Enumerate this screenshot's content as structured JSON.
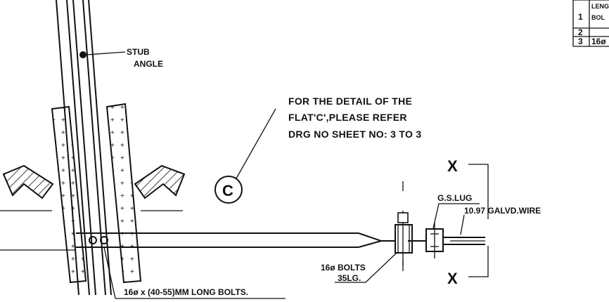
{
  "labels": {
    "stub_angle_line1": "STUB",
    "stub_angle_line2": "ANGLE",
    "note_line1": "FOR THE DETAIL OF THE",
    "note_line2": "FLAT'C',PLEASE REFER",
    "note_line3": "DRG NO SHEET NO: 3 TO 3",
    "detail_marker": "C",
    "section_x_top": "X",
    "section_x_bottom": "X",
    "gs_lug": "G.S.LUG",
    "galv_wire": "10.97 GALVD.WIRE",
    "bolts_line1": "16ø BOLTS",
    "bolts_line2": "35LG.",
    "long_bolts": "16ø x (40-55)MM LONG BOLTS."
  },
  "table": {
    "rows": [
      {
        "num": "1",
        "text_line1": "LENG",
        "text_line2": "BOL"
      },
      {
        "num": "2",
        "text_line1": "",
        "text_line2": ""
      },
      {
        "num": "3",
        "text_line1": "16ø",
        "text_line2": ""
      }
    ]
  }
}
